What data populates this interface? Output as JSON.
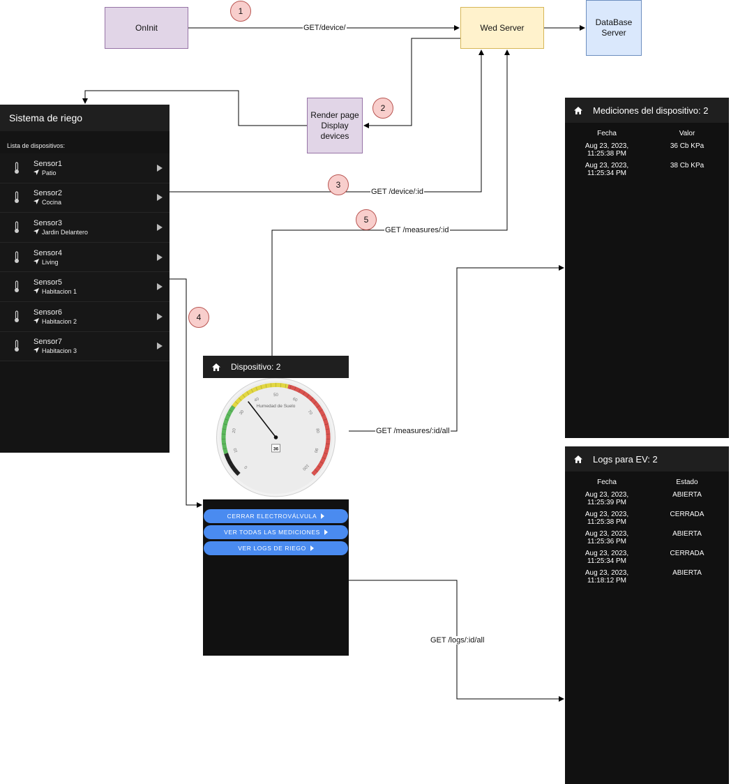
{
  "nodes": {
    "oninit": "OnInit",
    "web_server": "Wed Server",
    "database": "DataBase\nServer",
    "render": "Render page\nDisplay\ndevices"
  },
  "steps": [
    "1",
    "2",
    "3",
    "4",
    "5"
  ],
  "edges": {
    "get_device": "GET/device/",
    "get_device_id": "GET /device/:id",
    "get_measures_id": "GET /measures/:id",
    "get_measures_all": "GET /measures/:id/all",
    "get_logs_all": "GET /logs/:id/all"
  },
  "device_list": {
    "title": "Sistema de riego",
    "subtitle": "Lista de dispositivos:",
    "items": [
      {
        "name": "Sensor1",
        "location": "Patio"
      },
      {
        "name": "Sensor2",
        "location": "Cocina"
      },
      {
        "name": "Sensor3",
        "location": "Jardin Delantero"
      },
      {
        "name": "Sensor4",
        "location": "Living"
      },
      {
        "name": "Sensor5",
        "location": "Habitacion 1"
      },
      {
        "name": "Sensor6",
        "location": "Habitacion 2"
      },
      {
        "name": "Sensor7",
        "location": "Habitacion 3"
      }
    ]
  },
  "device_detail": {
    "title": "Dispositivo: 2",
    "gauge_label": "Humedad de Suelo",
    "gauge_value": 36,
    "gauge_ticks": [
      "0",
      "10",
      "20",
      "30",
      "40",
      "50",
      "60",
      "70",
      "80",
      "90",
      "100"
    ],
    "buttons": [
      "CERRAR ELECTROVÁLVULA",
      "VER TODAS LAS MEDICIONES",
      "VER LOGS DE RIEGO"
    ]
  },
  "measures": {
    "title": "Mediciones del dispositivo: 2",
    "col_date": "Fecha",
    "col_value": "Valor",
    "rows": [
      {
        "date": "Aug 23, 2023,\n11:25:38 PM",
        "value": "36 Cb KPa"
      },
      {
        "date": "Aug 23, 2023,\n11:25:34 PM",
        "value": "38 Cb KPa"
      }
    ]
  },
  "logs": {
    "title": "Logs para EV: 2",
    "col_date": "Fecha",
    "col_state": "Estado",
    "rows": [
      {
        "date": "Aug 23, 2023,\n11:25:39 PM",
        "state": "ABIERTA"
      },
      {
        "date": "Aug 23, 2023,\n11:25:38 PM",
        "state": "CERRADA"
      },
      {
        "date": "Aug 23, 2023,\n11:25:36 PM",
        "state": "ABIERTA"
      },
      {
        "date": "Aug 23, 2023,\n11:25:34 PM",
        "state": "CERRADA"
      },
      {
        "date": "Aug 23, 2023,\n11:18:12 PM",
        "state": "ABIERTA"
      }
    ]
  },
  "colors": {
    "oninit_fill": "#e1d5e7",
    "oninit_stroke": "#9673a6",
    "server_fill": "#fff2cc",
    "server_stroke": "#d6b656",
    "db_fill": "#dae8fc",
    "db_stroke": "#6c8ebf",
    "step_fill": "#f8cecc",
    "panel_bg": "#111111",
    "button_blue": "#4a8bf0"
  }
}
